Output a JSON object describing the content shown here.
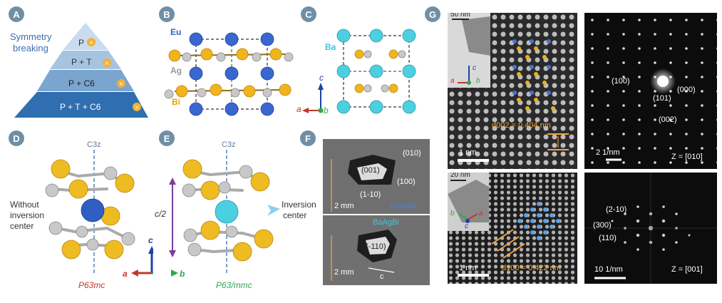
{
  "labels": {
    "A": "A",
    "B": "B",
    "C": "C",
    "D": "D",
    "E": "E",
    "F": "F",
    "G": "G"
  },
  "panelA": {
    "title_line1": "Symmetry",
    "title_line2": "breaking",
    "tiers": [
      "P",
      "P + T",
      "P + C6",
      "P + T + C6"
    ],
    "mark": "×"
  },
  "panelB": {
    "eu": "Eu",
    "ag": "Ag",
    "bi": "Bi"
  },
  "panelC": {
    "ba": "Ba",
    "axis_c": "c",
    "axis_a": "a",
    "axis_b": "b"
  },
  "panelD": {
    "c3z": "C3z",
    "note_line1": "Without",
    "note_line2": "inversion",
    "note_line3": "center",
    "space_group": "P63mc",
    "axis_c": "c",
    "axis_a": "a",
    "axis_b": "b"
  },
  "panelE": {
    "c3z": "C3z",
    "c_half": "c/2",
    "note_line1": "Inversion",
    "note_line2": "center",
    "space_group": "P63/mmc"
  },
  "panelF": {
    "top": {
      "face1": "(001)",
      "face2": "(010)",
      "face3": "(100)",
      "face4": "(1-10)",
      "scale": "2 mm",
      "name": "EuAgBi"
    },
    "bottom": {
      "name": "BaAgBi",
      "face": "(-110)",
      "scale": "2 mm",
      "axis": "c"
    }
  },
  "panelG": {
    "top": {
      "inset_scale": "50 nm",
      "axis_c": "c",
      "axis_a": "a",
      "axis_b": "b",
      "d_label": "d002 = 0.404 nm",
      "scale": "1 nm",
      "diff_scale": "2 1/nm",
      "zone": "Z = [010]",
      "spots": [
        "(100)",
        "(101)",
        "(000)",
        "(002)"
      ]
    },
    "bottom": {
      "inset_scale": "20 nm",
      "axis_b": "b",
      "axis_a": "a",
      "axis_c": "c",
      "d_label": "d100 = 0.422 nm",
      "scale": "1 nm",
      "diff_scale": "10 1/nm",
      "zone": "Z = [001]",
      "spots": [
        "(2-10)",
        "(300)",
        "(110)"
      ]
    }
  },
  "colors": {
    "eu": "#2f5fc4",
    "ba": "#3ec6d8",
    "ag": "#b9b9b9",
    "bi": "#e9b21a",
    "label": "#6f8fa6",
    "red": "#c0392b",
    "green": "#2fa84f",
    "blue": "#1f3fa8",
    "purple": "#7a3d9a",
    "orange": "#f2a93b"
  }
}
